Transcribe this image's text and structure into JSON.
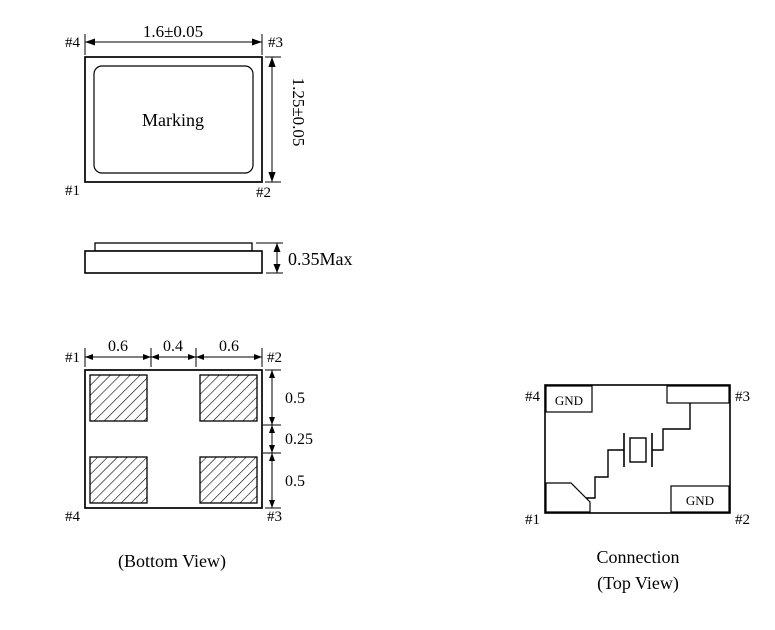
{
  "top_view": {
    "width_dim": "1.6±0.05",
    "height_dim": "1.25±0.05",
    "marking_label": "Marking",
    "pin_top_left": "#4",
    "pin_top_right": "#3",
    "pin_bottom_left": "#1",
    "pin_bottom_right": "#2"
  },
  "side_view": {
    "thickness_dim": "0.35Max"
  },
  "bottom_view": {
    "pad_width_dims": [
      "0.6",
      "0.4",
      "0.6"
    ],
    "pad_height_dims": [
      "0.5",
      "0.25",
      "0.5"
    ],
    "pin_top_left": "#1",
    "pin_top_right": "#2",
    "pin_bottom_left": "#4",
    "pin_bottom_right": "#3",
    "caption": "(Bottom View)"
  },
  "connection_view": {
    "pin_top_left": "#4",
    "pin_top_right": "#3",
    "pin_bottom_left": "#1",
    "pin_bottom_right": "#2",
    "gnd_top_left": "GND",
    "gnd_bottom_right": "GND",
    "caption_line1": "Connection",
    "caption_line2": "(Top View)"
  }
}
